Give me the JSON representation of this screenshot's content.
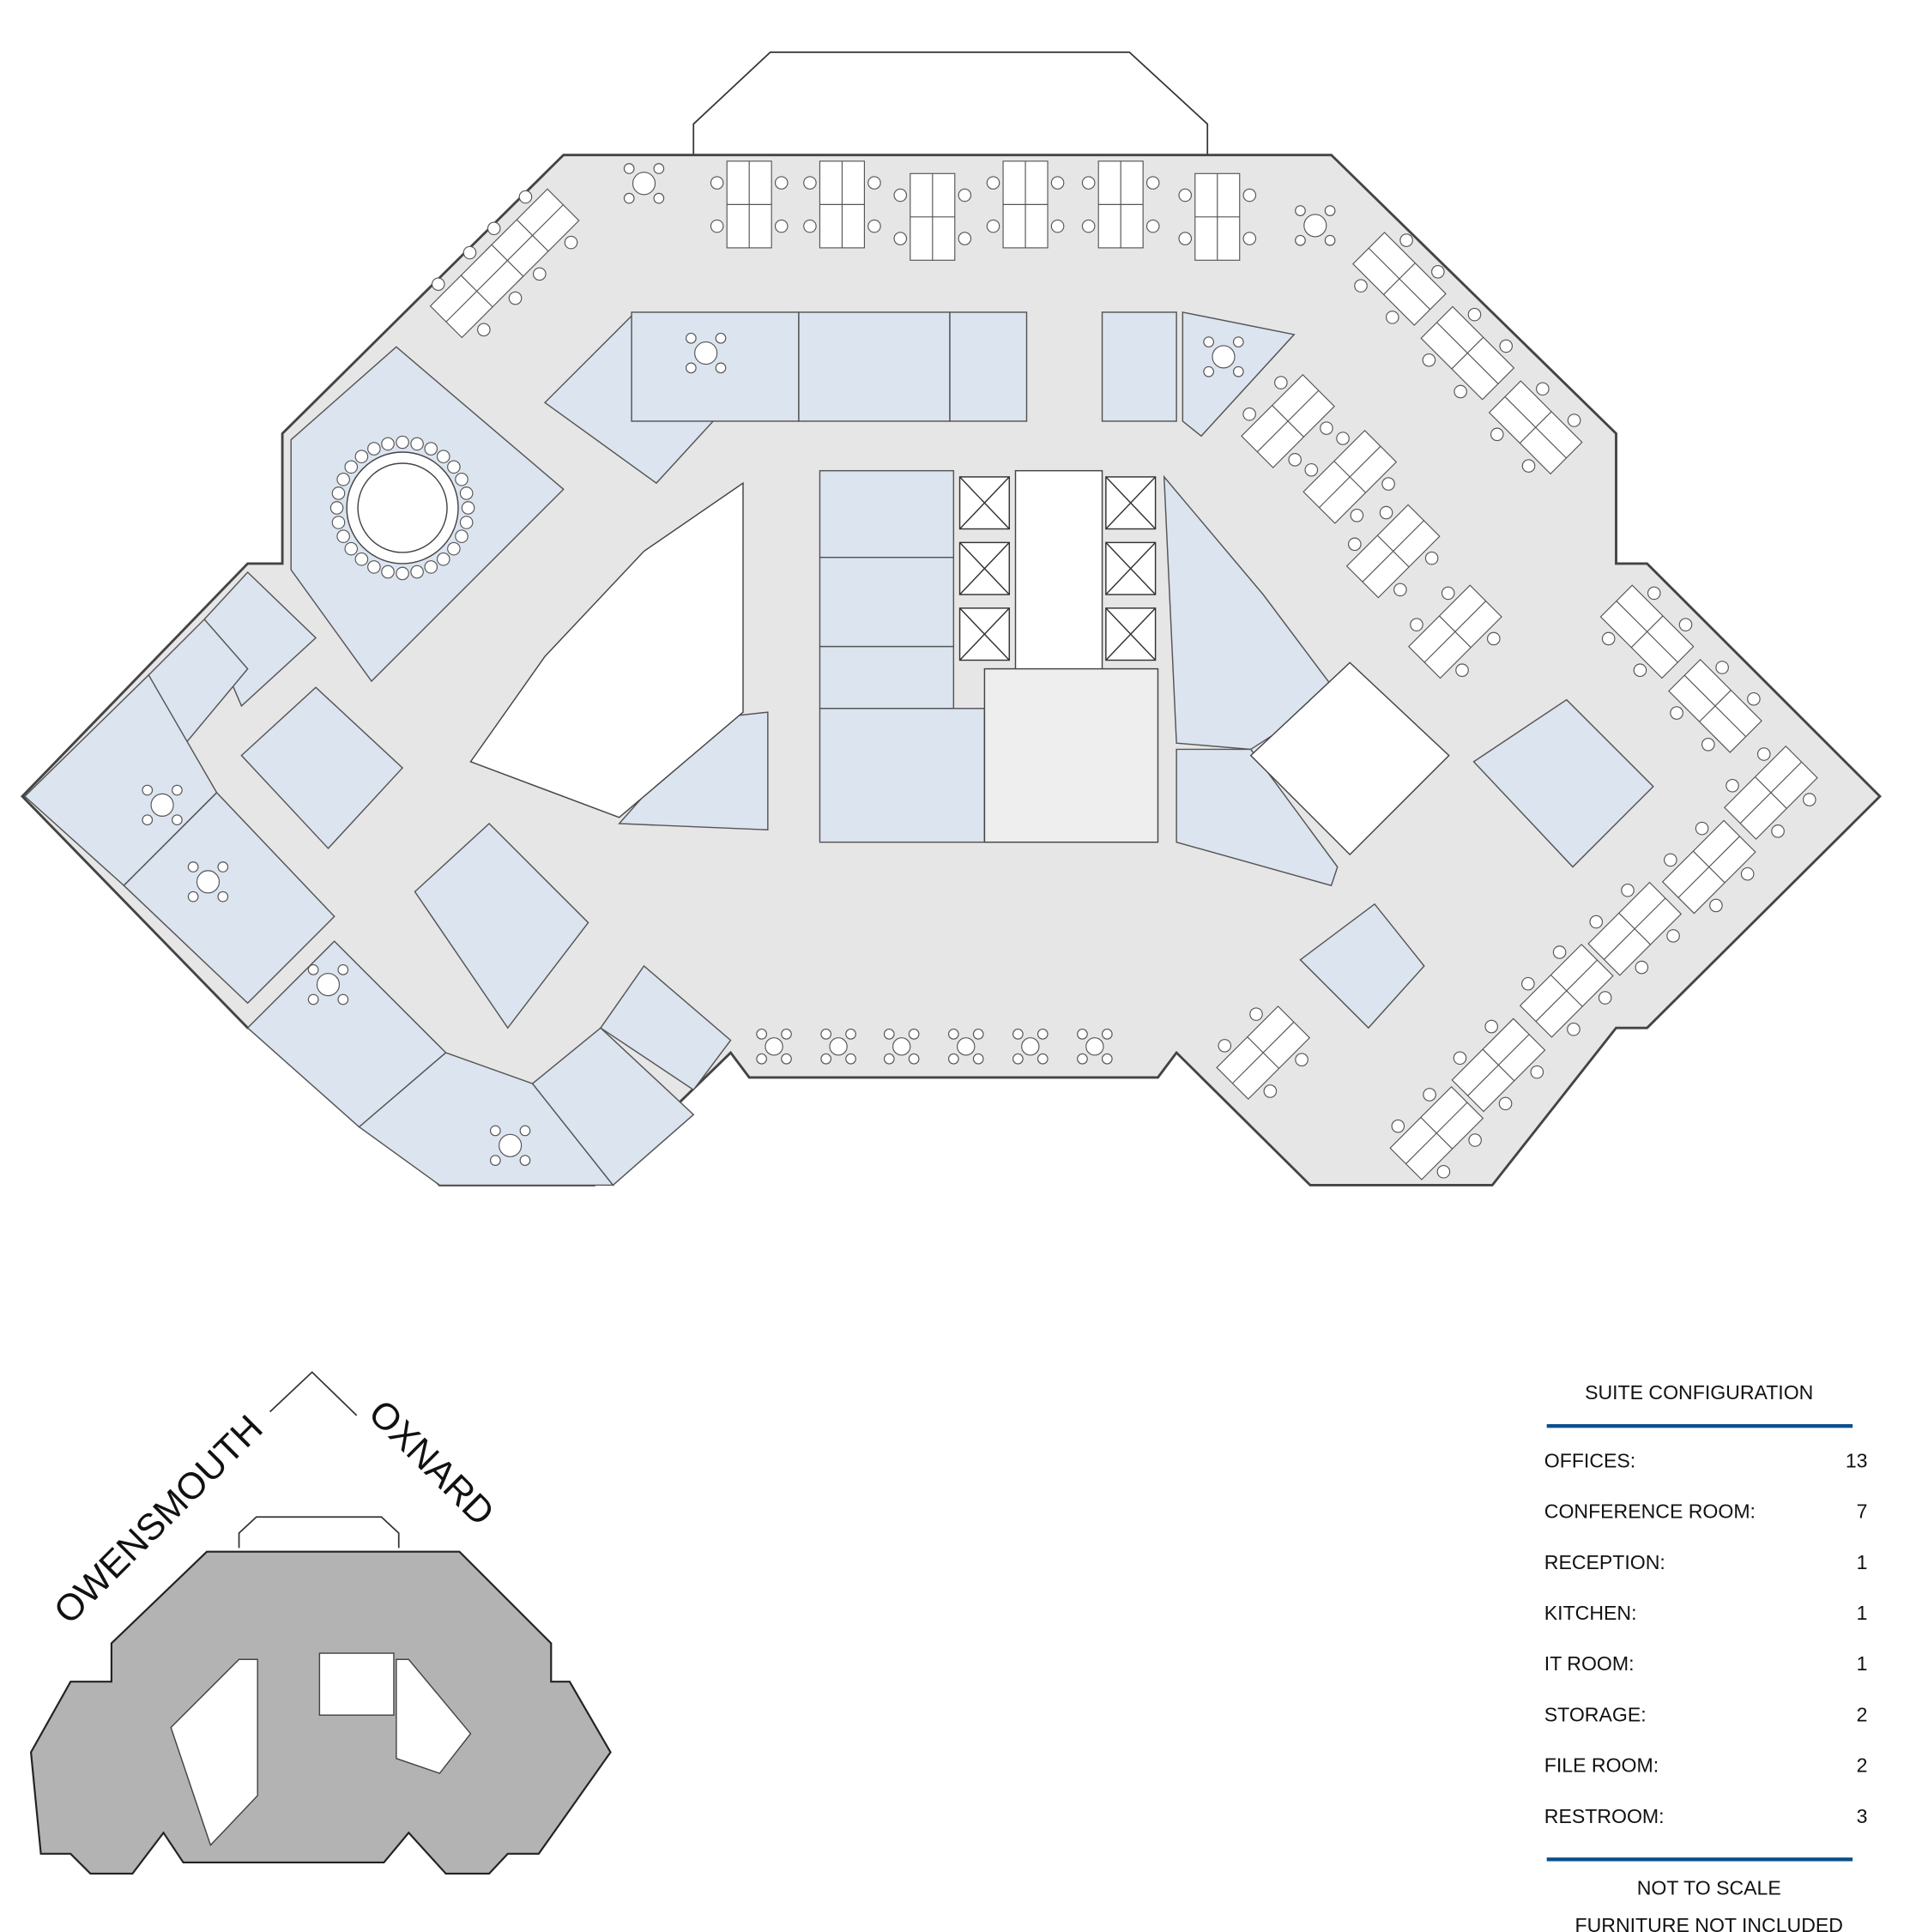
{
  "colors": {
    "floor": "#e6e6e6",
    "room": "#dbe4ef",
    "accent": "#0b4f8c",
    "keymap": "#b3b3b3"
  },
  "streets": {
    "west": "OWENSMOUTH",
    "east": "OXNARD"
  },
  "legend": {
    "title": "SUITE CONFIGURATION",
    "rows": [
      {
        "label": "OFFICES:",
        "value": "13"
      },
      {
        "label": "CONFERENCE ROOM:",
        "value": "7"
      },
      {
        "label": "RECEPTION:",
        "value": "1"
      },
      {
        "label": "KITCHEN:",
        "value": "1"
      },
      {
        "label": "IT ROOM:",
        "value": "1"
      },
      {
        "label": "STORAGE:",
        "value": "2"
      },
      {
        "label": "FILE ROOM:",
        "value": "2"
      },
      {
        "label": "RESTROOM:",
        "value": "3"
      }
    ],
    "note1": "NOT TO SCALE",
    "note2": "FURNITURE NOT INCLUDED"
  }
}
